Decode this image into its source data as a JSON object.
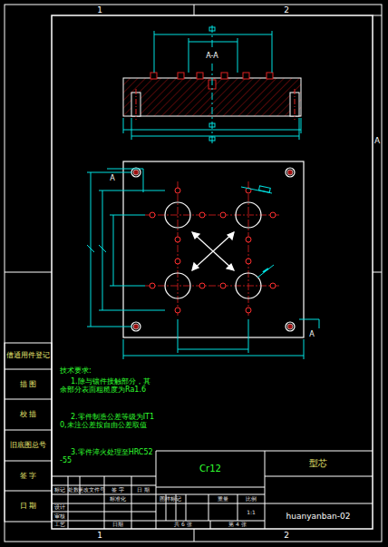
{
  "diagram": {
    "labels": [
      "1",
      "2",
      "1",
      "2",
      "A",
      "A-A",
      "A",
      "A",
      "技术要求:",
      "1.除与镶件接触部分，其余部分表面粗糙度为Ra1.6",
      "2.零件制造公差等级为IT10,未注公差按自由公差取值",
      "3.零件淬火处理至HRC52-55",
      "Cr12",
      "型芯",
      "huanyanban-02",
      "借通用件登记",
      "描 图",
      "校 描",
      "旧底图总号",
      "签 字",
      "日 期",
      "标记",
      "处数",
      "更改文件号",
      "签 字",
      "日 期",
      "标准化",
      "设计",
      "审核",
      "工艺",
      "日期",
      "图样标记",
      "重量",
      "比例",
      "1:1",
      "共 6 张",
      "第 4 张"
    ]
  }
}
